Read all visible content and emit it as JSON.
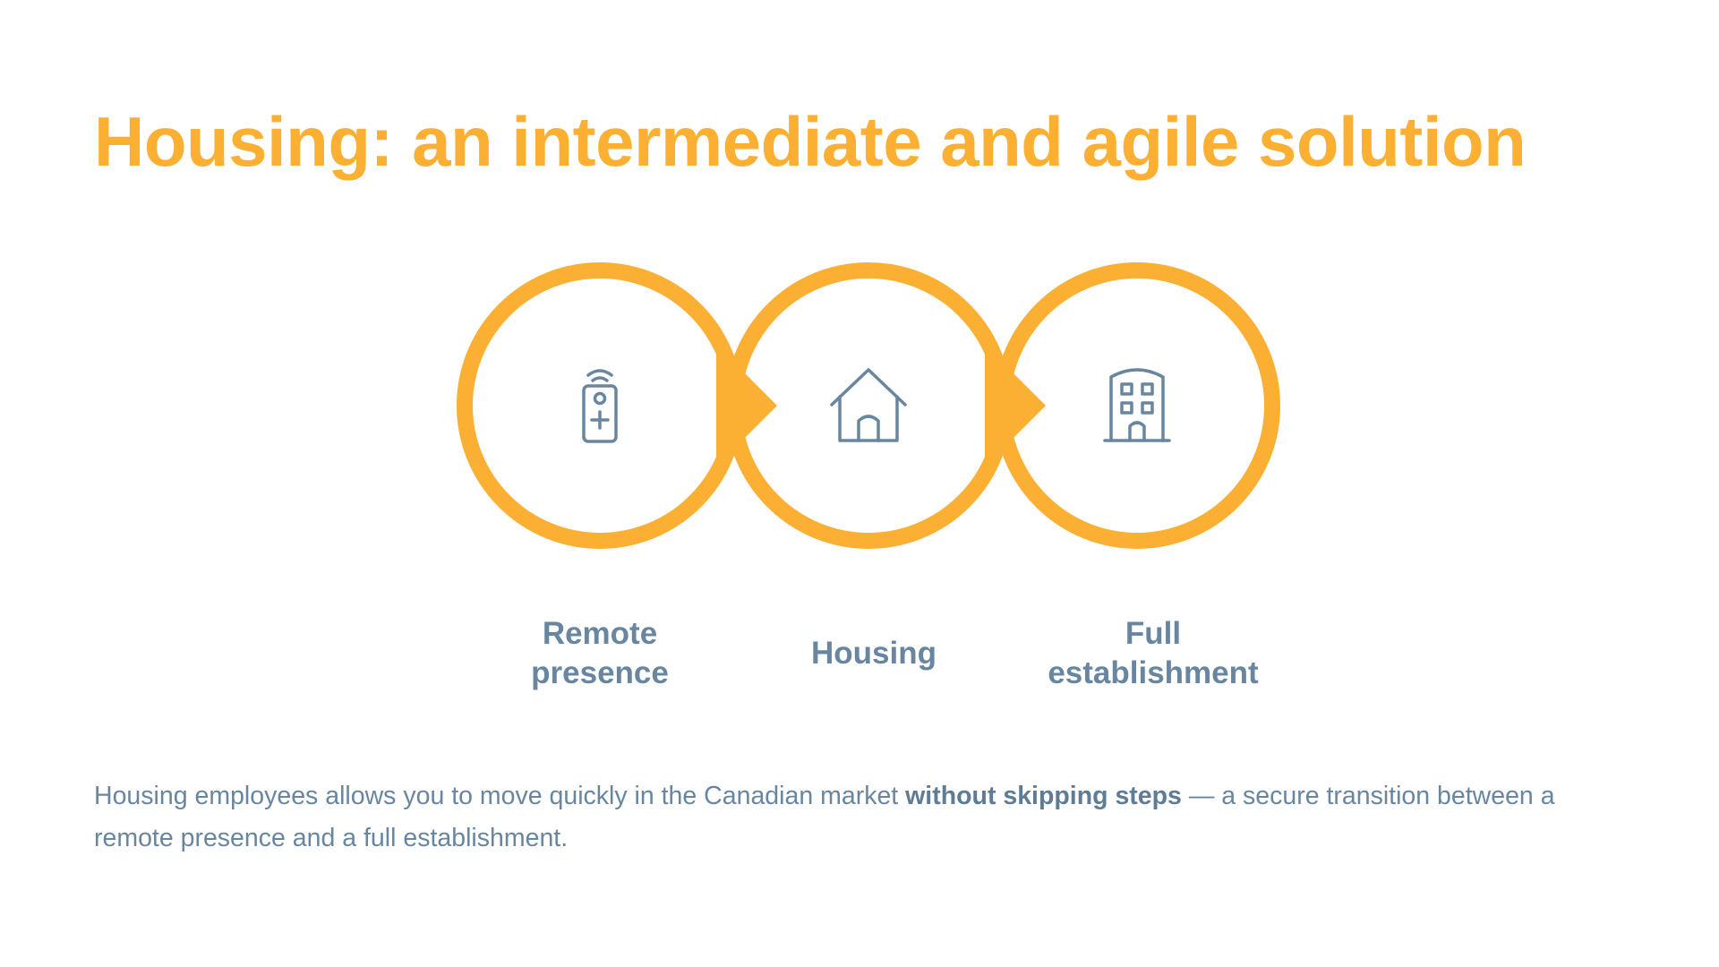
{
  "title": "Housing: an intermediate and agile solution",
  "accent_color": "#FBAF33",
  "text_color": "#6886A0",
  "steps": [
    {
      "icon": "remote-control-icon",
      "label": "Remote\npresence"
    },
    {
      "icon": "house-icon",
      "label": "Housing"
    },
    {
      "icon": "office-building-icon",
      "label": "Full\nestablishment"
    }
  ],
  "description": {
    "part1": "Housing employees allows you to move quickly in the Canadian market ",
    "emphasis": "without skipping steps",
    "part2": " — a secure transition between a remote presence and a full establishment."
  }
}
